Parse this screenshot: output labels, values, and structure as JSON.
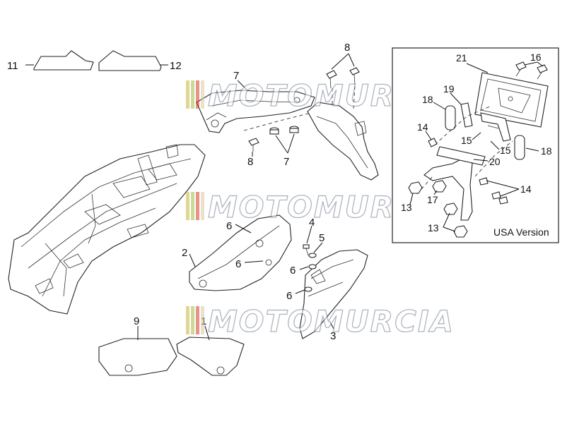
{
  "diagram": {
    "watermark": "MOTOMURCIA",
    "watermark_colors": [
      "#c9b23a",
      "#9fbf3a",
      "#d33a2a",
      "#d8c7a0"
    ],
    "callouts": {
      "c11": "11",
      "c12": "12",
      "c8a": "8",
      "c7a": "7",
      "c8b": "8",
      "c7b": "7",
      "c6a": "6",
      "c2": "2",
      "c6b": "6",
      "c4": "4",
      "c5": "5",
      "c6c": "6",
      "c6d": "6",
      "c3": "3",
      "c9": "9",
      "c1": "1"
    },
    "inset": {
      "caption": "USA Version",
      "callouts": {
        "c21": "21",
        "c16": "16",
        "c19": "19",
        "c18a": "18",
        "c18b": "18",
        "c14a": "14",
        "c15a": "15",
        "c15b": "15",
        "c20": "20",
        "c14b": "14",
        "c13a": "13",
        "c17": "17",
        "c13b": "13"
      }
    }
  }
}
